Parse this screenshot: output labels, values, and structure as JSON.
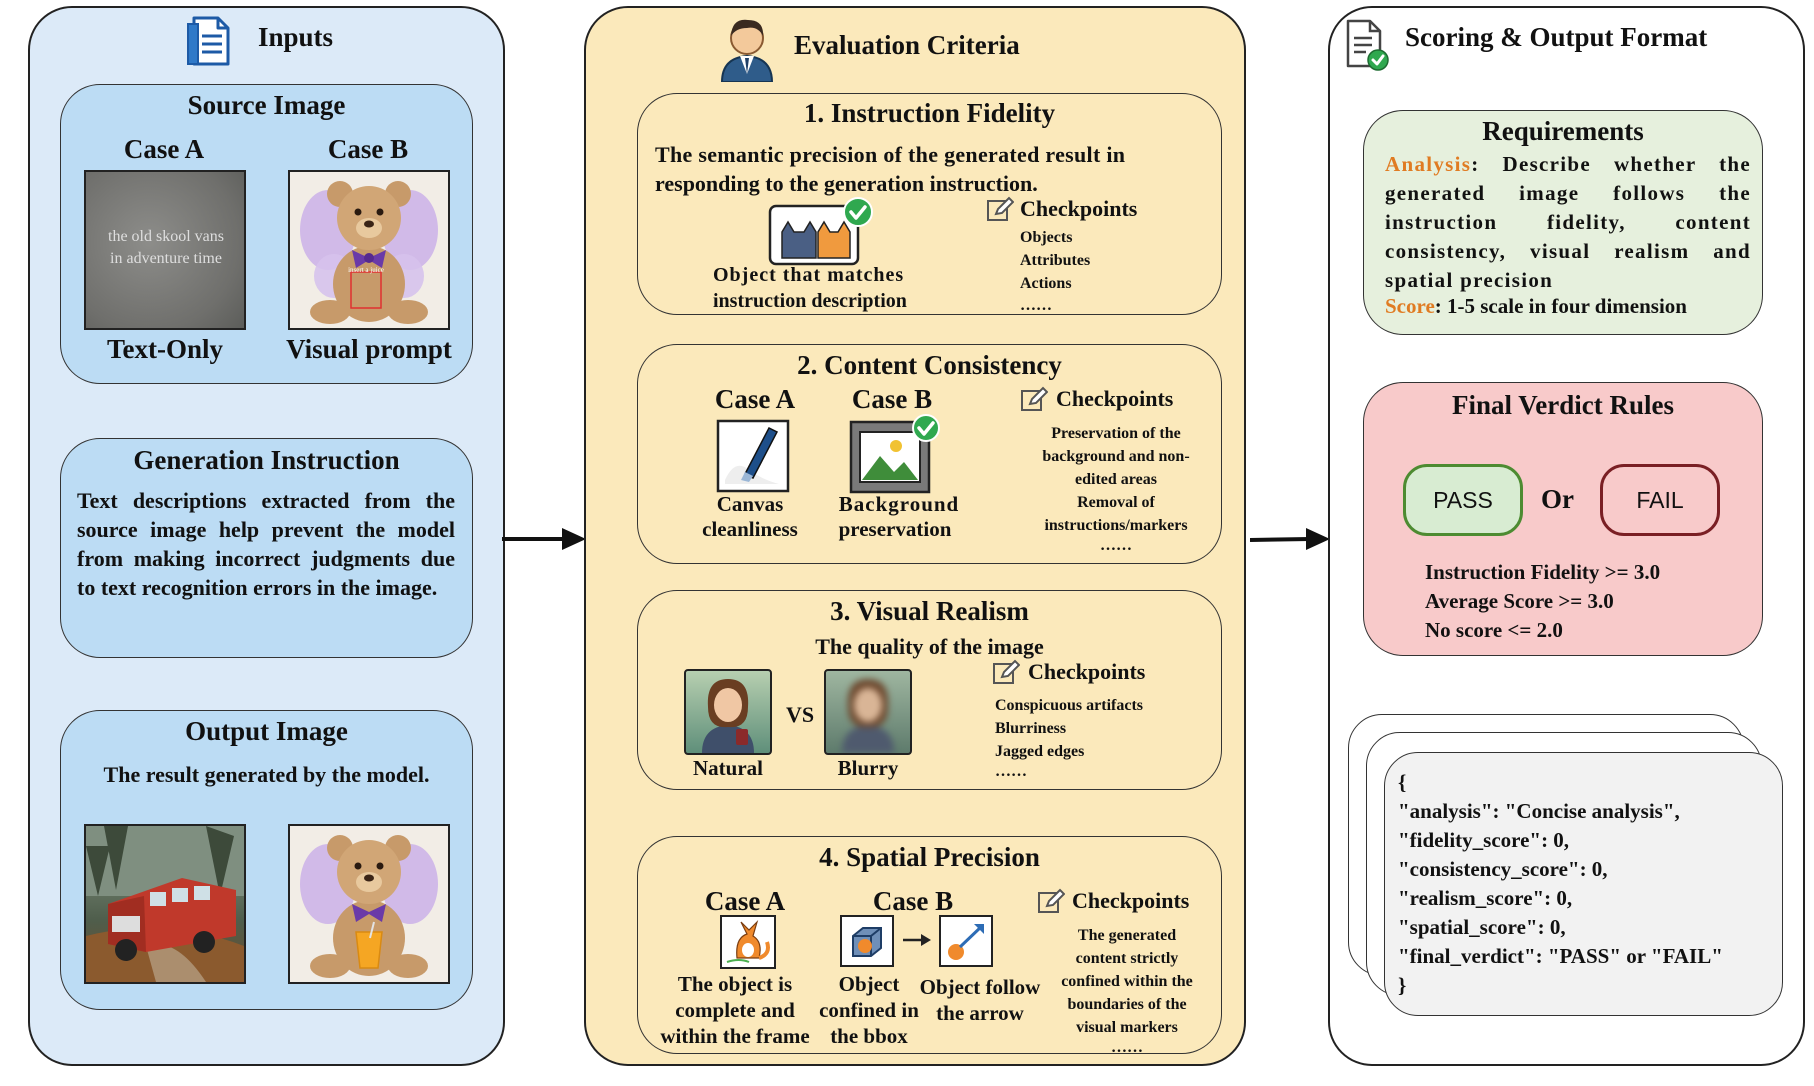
{
  "inputs": {
    "title": "Inputs",
    "source": {
      "title": "Source Image",
      "case_a": "Case A",
      "case_b": "Case B",
      "overlay_text_1": "the old skool vans",
      "overlay_text_2": "in adventure time",
      "bear_overlay": "insert a juice",
      "label_a": "Text-Only",
      "label_b": "Visual prompt"
    },
    "instruction": {
      "title": "Generation Instruction",
      "body": "Text descriptions extracted from the source image help prevent the model from making incorrect judgments due to text recognition errors in the image."
    },
    "output": {
      "title": "Output Image",
      "body": "The result generated by the model."
    }
  },
  "criteria": {
    "title": "Evaluation Criteria",
    "checkpoints_label": "Checkpoints",
    "fidelity": {
      "title": "1. Instruction Fidelity",
      "desc_1": "The semantic precision of the generated result in",
      "desc_2": "responding to the generation instruction.",
      "caption_1": "Object that matches",
      "caption_2": "instruction description",
      "checks": [
        "Objects",
        "Attributes",
        "Actions",
        "……"
      ]
    },
    "consistency": {
      "title": "2. Content Consistency",
      "case_a": "Case A",
      "case_b": "Case B",
      "cap_a_1": "Canvas",
      "cap_a_2": "cleanliness",
      "cap_b_1": "Background",
      "cap_b_2": "preservation",
      "checks": [
        "Preservation of the",
        "background and non-",
        "edited areas",
        "Removal of",
        "instructions/markers",
        "……"
      ]
    },
    "realism": {
      "title": "3. Visual Realism",
      "desc": "The quality of the image",
      "vs": "VS",
      "cap_natural": "Natural",
      "cap_blurry": "Blurry",
      "checks": [
        "Conspicuous artifacts",
        "Blurriness",
        "Jagged edges",
        "……"
      ]
    },
    "spatial": {
      "title": "4. Spatial Precision",
      "case_a": "Case A",
      "case_b": "Case B",
      "cap_a": [
        "The object is",
        "complete and",
        "within the frame"
      ],
      "cap_b1": [
        "Object",
        "confined in",
        "the bbox"
      ],
      "cap_b2": [
        "Object follow",
        "the arrow"
      ],
      "checks": [
        "The generated",
        "content strictly",
        "confined within the",
        "boundaries of the",
        "visual markers",
        "……"
      ]
    }
  },
  "scoring": {
    "title": "Scoring & Output Format",
    "requirements": {
      "title": "Requirements",
      "analysis_key": "Analysis",
      "analysis_text": ": Describe whether the generated image follows the instruction fidelity, content consistency, visual realism and spatial precision",
      "score_key": "Score",
      "score_text": ": 1-5 scale in four dimension"
    },
    "verdict": {
      "title": "Final Verdict Rules",
      "pass": "PASS",
      "or": "Or",
      "fail": "FAIL",
      "rules": [
        "Instruction Fidelity >= 3.0",
        "Average Score >= 3.0",
        "No score <= 2.0"
      ]
    },
    "json_lines": [
      "{",
      "\"analysis\": \"Concise analysis\",",
      "\"fidelity_score\": 0,",
      "\"consistency_score\": 0,",
      "\"realism_score\": 0,",
      "\"spatial_score\": 0,",
      "\"final_verdict\": \"PASS\" or \"FAIL\"",
      "}"
    ]
  },
  "colors": {
    "inputs_panel": "#dceaf8",
    "inputs_card": "#bcdcf4",
    "criteria_panel": "#fbe9bb",
    "req_card": "#e6f0dd",
    "verdict_card": "#f8caca",
    "analysis_accent": "#e07b22",
    "pass_fill": "#d8ecd2",
    "pass_border": "#4d8b31",
    "fail_border": "#7a1f24"
  }
}
